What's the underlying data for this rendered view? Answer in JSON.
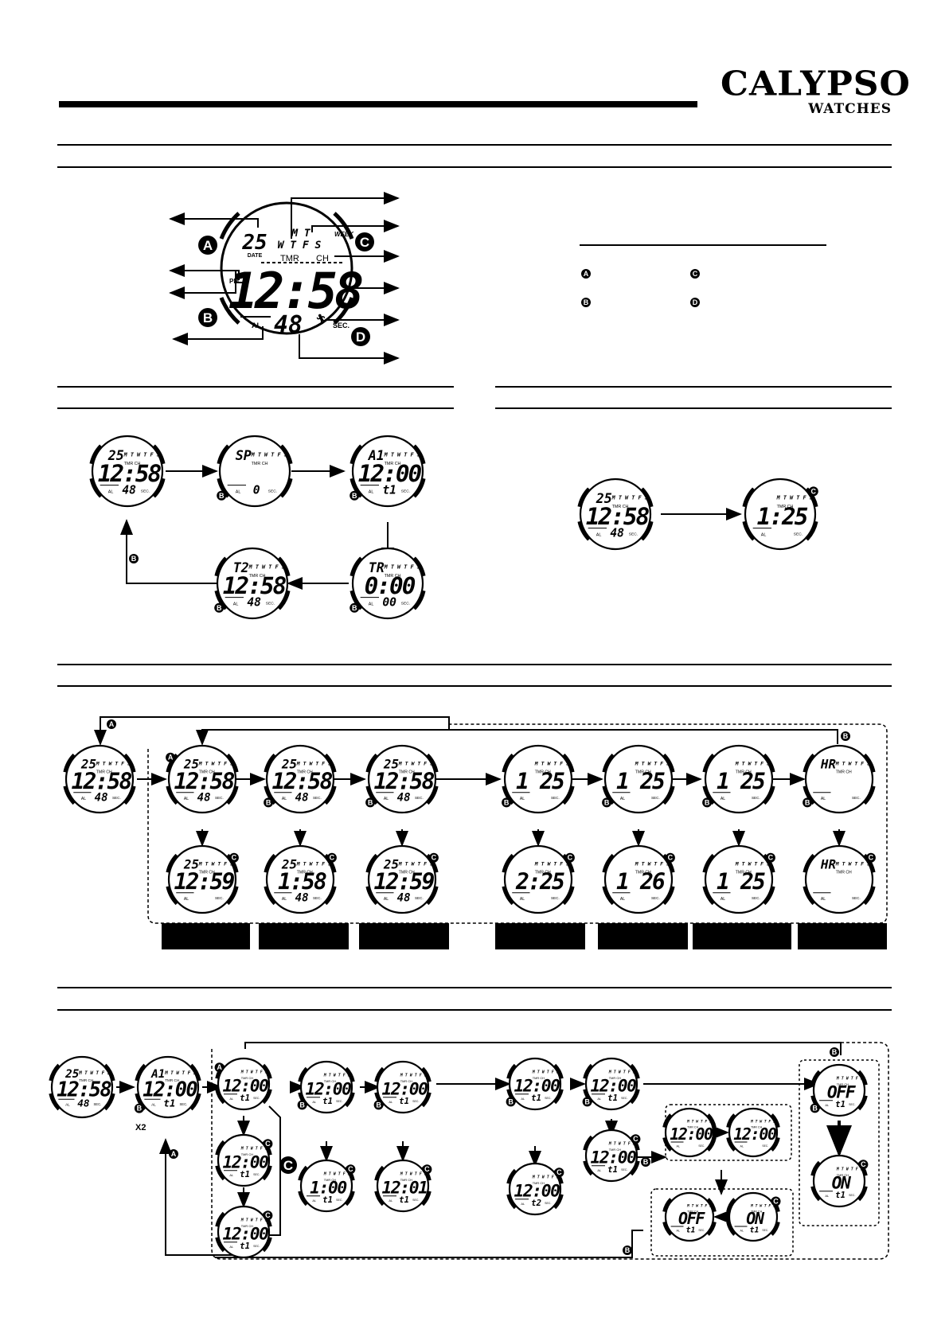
{
  "logo": {
    "brand": "CALYPSO",
    "sub": "WATCHES"
  },
  "legend": {
    "a": "A",
    "b": "B",
    "c": "C",
    "d": "D"
  },
  "main_display": {
    "date": "25",
    "date_label": "DATE",
    "week_label": "WEEK",
    "days_top": "M T",
    "days_bottom": "W T F S",
    "tmr": "TMR",
    "ch": "CH",
    "pm": "PM",
    "time": "12:58",
    "al": "AL",
    "seconds": "48",
    "sec": "SEC.",
    "btn_a": "A",
    "btn_b": "B",
    "btn_c": "C",
    "btn_d": "D"
  },
  "mode_cycle": {
    "w1": {
      "top": "25",
      "main": "12:58",
      "sec": "48"
    },
    "w2": {
      "top": "SP",
      "main": "",
      "sec": "0"
    },
    "w3": {
      "top": "A1",
      "main": "12:00",
      "sec": "t1"
    },
    "w4": {
      "top": "TR",
      "main": "0:00",
      "sec": "00"
    },
    "w5": {
      "top": "T2",
      "main": "12:58",
      "sec": "48"
    },
    "btn": "B"
  },
  "light": {
    "w1": {
      "top": "25",
      "main": "12:58",
      "sec": "48"
    },
    "w2": {
      "top": "",
      "main": "1:25",
      "sec": ""
    },
    "btn": "C"
  },
  "time_set": {
    "start": {
      "top": "25",
      "main": "12:58",
      "sec": "48"
    },
    "row1": [
      {
        "top": "25",
        "main": "12:58",
        "sec": "48"
      },
      {
        "top": "25",
        "main": "12:58",
        "sec": "48"
      },
      {
        "top": "25",
        "main": "12:58",
        "sec": "48"
      },
      {
        "top": "",
        "main": "1 25",
        "sec": ""
      },
      {
        "top": "",
        "main": "1 25",
        "sec": ""
      },
      {
        "top": "",
        "main": "1 25",
        "sec": ""
      },
      {
        "top": "HR",
        "main": "",
        "sec": ""
      }
    ],
    "row2": [
      {
        "top": "25",
        "main": "12:59",
        "sec": ""
      },
      {
        "top": "25",
        "main": "1:58",
        "sec": "48"
      },
      {
        "top": "25",
        "main": "12:59",
        "sec": "48"
      },
      {
        "top": "",
        "main": "2:25",
        "sec": ""
      },
      {
        "top": "",
        "main": "1 26",
        "sec": ""
      },
      {
        "top": "",
        "main": "1 25",
        "sec": ""
      },
      {
        "top": "HR",
        "main": "",
        "sec": ""
      }
    ],
    "btn_a": "A",
    "btn_b": "B",
    "btn_c": "C"
  },
  "alarm": {
    "start": {
      "top": "25",
      "main": "12:58",
      "sec": "48"
    },
    "second": {
      "top": "A1",
      "main": "12:00",
      "sec": "t1"
    },
    "x2": "X2",
    "w_a1": {
      "main": "12:00",
      "sec": "t1"
    },
    "w_a2": {
      "main": "12:00",
      "sec": "t1"
    },
    "w_a3": {
      "main": "12:00",
      "sec": "t1"
    },
    "w_a4": {
      "main": "12:00",
      "sec": "t1"
    },
    "w_a5": {
      "main": "12:00",
      "sec": "t1"
    },
    "w_c1": {
      "main": "12:00",
      "sec": "t1"
    },
    "w_c2": {
      "main": "12:00",
      "sec": "t1"
    },
    "w_h": {
      "main": "1:00",
      "sec": "t1"
    },
    "w_m": {
      "main": "12:01",
      "sec": "t1"
    },
    "w_d": {
      "main": "12:00",
      "sec": "t2"
    },
    "w_e": {
      "main": "12:00",
      "sec": "t1"
    },
    "w_f1": {
      "main": "12:00",
      "sec": ""
    },
    "w_f2": {
      "main": "12:00",
      "sec": ""
    },
    "w_off": {
      "main": "OFF",
      "sec": "t1"
    },
    "w_on": {
      "main": "ON",
      "sec": "t1"
    },
    "w_off2": {
      "main": "OFF",
      "sec": "t1"
    },
    "w_on2": {
      "main": "ON",
      "sec": "t1"
    }
  }
}
